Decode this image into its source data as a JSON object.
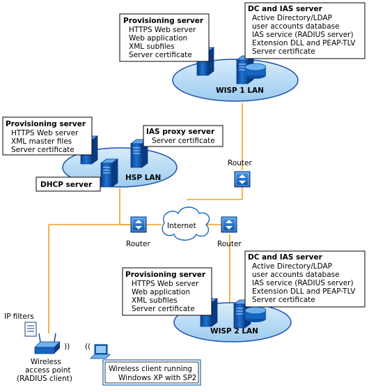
{
  "colors": {
    "wire": "#f0a020",
    "lan_fill": "#b9dcf7",
    "lan_stroke": "#1b4fa8",
    "device": "#1565c0"
  },
  "wisp1": {
    "lan_label": "WISP 1 LAN",
    "prov": {
      "title": "Provisioning server",
      "lines": [
        "HTTPS Web server",
        "Web application",
        "XML subfiles",
        "Server certificate"
      ]
    },
    "dc": {
      "title": "DC and IAS server",
      "lines": [
        "Active Directory/LDAP",
        "user accounts database",
        "IAS service (RADIUS server)",
        "Extension DLL and PEAP-TLV",
        "Server certificate"
      ]
    }
  },
  "hsp": {
    "lan_label": "HSP LAN",
    "prov": {
      "title": "Provisioning server",
      "lines": [
        "HTTPS Web server",
        "XML master files",
        "Server certificate"
      ]
    },
    "ias_proxy": {
      "title": "IAS proxy server",
      "lines": [
        "Server certificate"
      ]
    },
    "dhcp": {
      "title": "DHCP  server"
    }
  },
  "router_top": "Router",
  "router_left": "Router",
  "router_right": "Router",
  "internet": "Internet",
  "wisp2": {
    "lan_label": "WISP 2 LAN",
    "prov": {
      "title": "Provisioning server",
      "lines": [
        "HTTPS Web server",
        "Web application",
        "XML subfiles",
        "Server certificate"
      ]
    },
    "dc": {
      "title": "DC and IAS server",
      "lines": [
        "Active Directory/LDAP",
        "user accounts database",
        "IAS service (RADIUS server)",
        "Extension DLL and PEAP-TLV",
        "Server certificate"
      ]
    }
  },
  "ip_filters": "IP filters",
  "access_point": {
    "lines": [
      "Wireless",
      "access point",
      "(RADIUS client)"
    ]
  },
  "wireless_client": {
    "lines": [
      "Wireless client running",
      "Windows XP with SP2"
    ]
  }
}
